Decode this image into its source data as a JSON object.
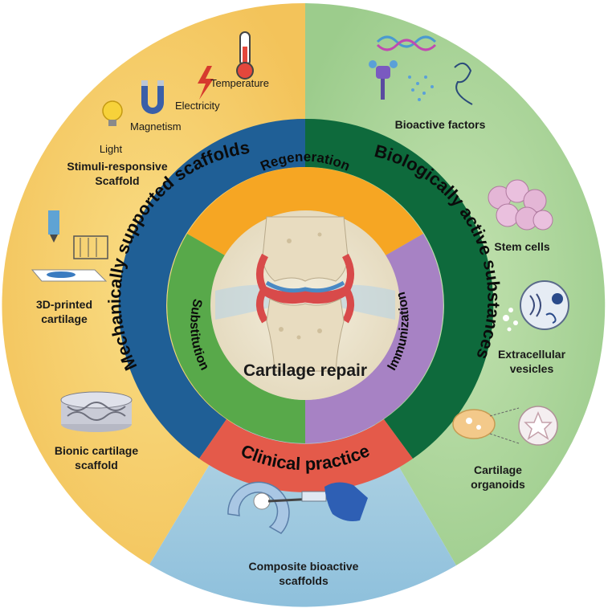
{
  "center": {
    "title": "Cartilage repair"
  },
  "inner_ring": {
    "top": "Regeneration",
    "left": "Substitution",
    "right": "Immunization"
  },
  "middle_ring": {
    "left": "Mechanically supported scaffolds",
    "right": "Biologically active substances",
    "bottom": "Clinical practice"
  },
  "outer_left": {
    "stimuli": {
      "temperature": "Temperature",
      "electricity": "Electricity",
      "magnetism": "Magnetism",
      "light": "Light",
      "title_line1": "Stimuli-responsive",
      "title_line2": "Scaffold"
    },
    "printed": {
      "line1": "3D-printed",
      "line2": "cartilage"
    },
    "bionic": {
      "line1": "Bionic cartilage",
      "line2": "scaffold"
    }
  },
  "outer_right": {
    "bioactive": "Bioactive factors",
    "stem": "Stem cells",
    "vesicles": {
      "line1": "Extracellular",
      "line2": "vesicles"
    },
    "organoids": {
      "line1": "Cartilage",
      "line2": "organoids"
    }
  },
  "outer_bottom": {
    "composite": {
      "line1": "Composite bioactive",
      "line2": "scaffolds"
    }
  },
  "colors": {
    "left_bg": "#f6cf6c",
    "right_bg": "#a9d49a",
    "bottom_bg": "#9fc9e0",
    "ring_left": "#1f5f96",
    "ring_right": "#0e6a3c",
    "ring_bottom": "#e45a4a",
    "inner_top": "#f6a623",
    "inner_left": "#58a94a",
    "inner_right": "#a782c4",
    "center": "#ece4cf"
  }
}
